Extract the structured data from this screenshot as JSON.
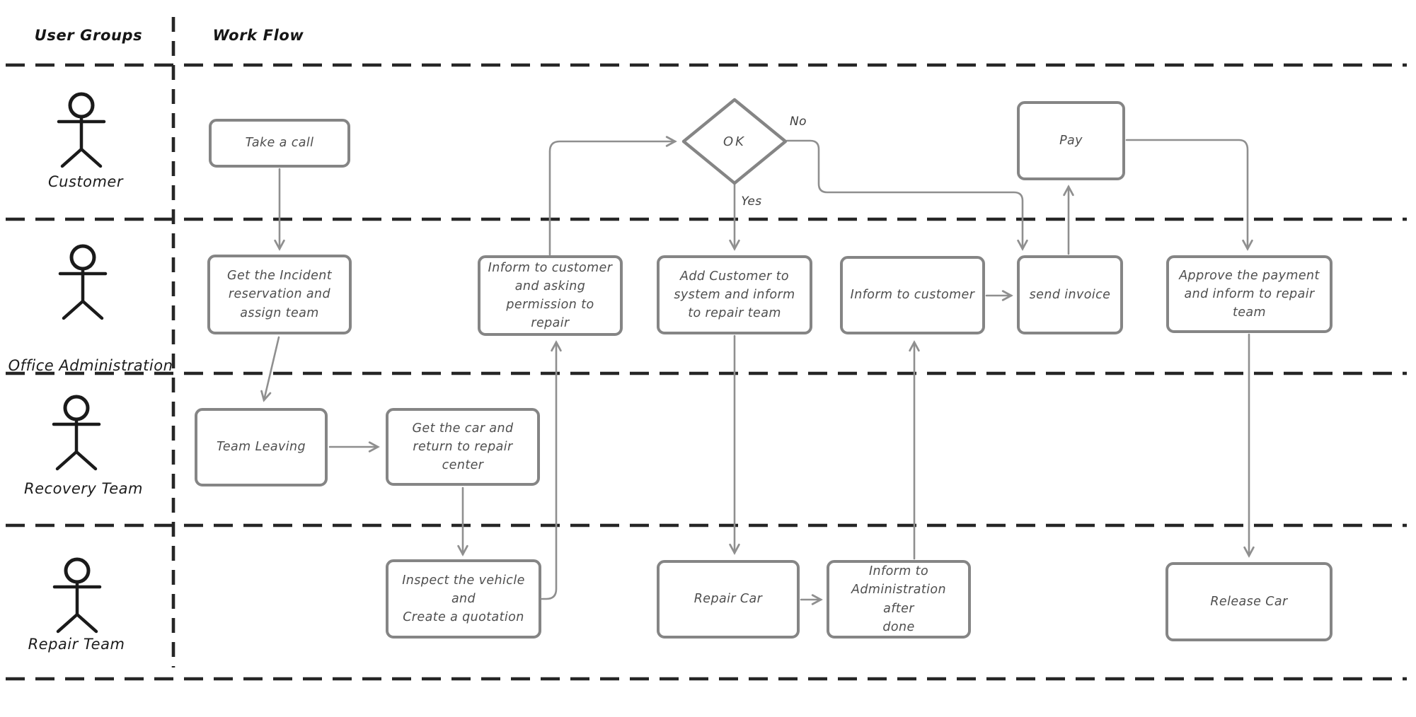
{
  "diagram": {
    "header": {
      "user_groups": "User Groups",
      "work_flow": "Work Flow"
    },
    "lanes": [
      {
        "name": "Customer"
      },
      {
        "name": "Office Administration"
      },
      {
        "name": "Recovery Team"
      },
      {
        "name": "Repair Team"
      }
    ],
    "nodes": {
      "take_a_call": "Take a call",
      "ok_decision": "OK",
      "pay": "Pay",
      "get_incident": "Get the Incident\nreservation and\nassign team",
      "inform_permission": "Inform to customer\nand asking\npermission to repair",
      "add_customer": "Add Customer to\nsystem and inform\nto repair team",
      "inform_customer": "Inform to customer",
      "send_invoice": "send invoice",
      "approve_payment": "Approve the payment\nand inform to repair\nteam",
      "team_leaving": "Team Leaving",
      "get_car": "Get the car and\nreturn to repair\ncenter",
      "inspect_vehicle": "Inspect the vehicle\nand\nCreate a quotation",
      "repair_car": "Repair Car",
      "inform_admin": "Inform to\nAdministration after\ndone",
      "release_car": "Release Car"
    },
    "edge_labels": {
      "yes": "Yes",
      "no": "No"
    },
    "colors": {
      "background": "#ffffff",
      "box_border": "#858585",
      "connector": "#8f8f8f",
      "lane_divider": "#262626",
      "node_text": "#4e4e4e",
      "label_text": "#1c1c1c"
    }
  }
}
